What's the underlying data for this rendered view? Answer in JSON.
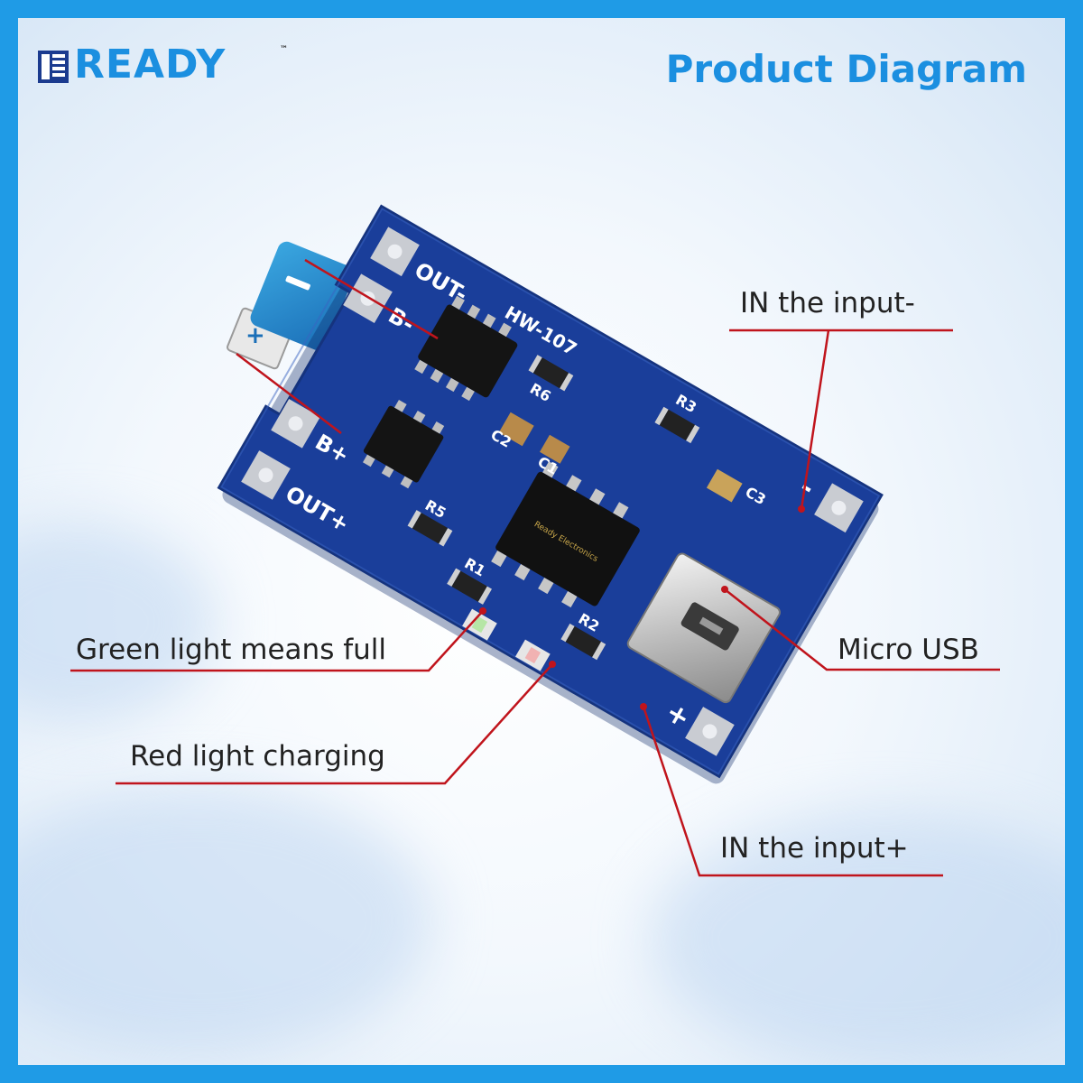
{
  "brand": {
    "name": "READY",
    "trademark": "™",
    "color": "#1b8fe0"
  },
  "title": "Product Diagram",
  "board": {
    "model": "HW-107",
    "chip_text": "Ready Electronics",
    "pin_labels": {
      "out_minus": "OUT-",
      "b_minus": "B-",
      "b_plus": "B+",
      "out_plus": "OUT+",
      "in_minus": "-",
      "in_plus": "+"
    },
    "component_labels": [
      "R1",
      "R2",
      "R3",
      "R5",
      "R6",
      "C1",
      "C2",
      "C3"
    ],
    "pcb_color": "#1a3e9a"
  },
  "battery": {
    "plus_symbol": "+",
    "minus_symbol": "-"
  },
  "callouts": {
    "in_minus": "IN the input-",
    "green_light": "Green  light means full",
    "micro_usb": "Micro USB",
    "red_light": "Red light charging",
    "in_plus": "IN the input+"
  },
  "colors": {
    "border": "#1f9be6",
    "leader_line": "#c0141c",
    "callout_text": "#222222"
  }
}
